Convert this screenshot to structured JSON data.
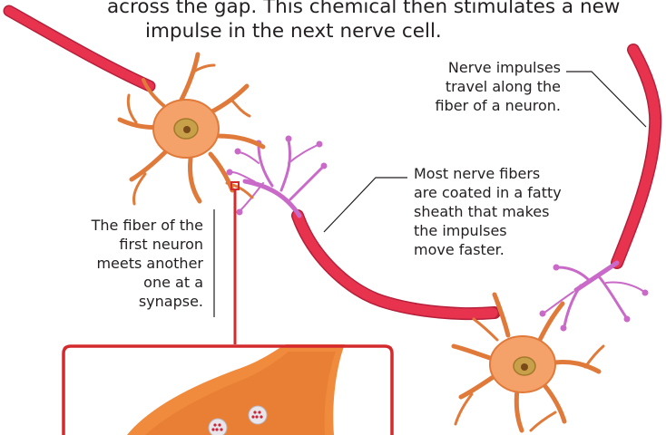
{
  "intro": {
    "line1": "across the gap. This chemical then stimulates a new",
    "line2": "impulse in the next nerve cell."
  },
  "labels": {
    "impulses": [
      "Nerve impulses",
      "travel along the",
      "fiber of a neuron."
    ],
    "fibers": [
      "Most nerve fibers",
      "are coated in a fatty",
      "sheath that makes",
      "the impulses",
      "move faster."
    ],
    "synapse": [
      "The fiber of the",
      "first neuron",
      "meets another",
      "one at a",
      "synapse."
    ]
  },
  "colors": {
    "fiber": "#e8334f",
    "fiber_dark": "#b5203a",
    "neuron_body": "#f5a16a",
    "neuron_edge": "#e07a3a",
    "nucleus": "#c9a04a",
    "dendrite": "#c96ac8",
    "callout": "#d42a2e",
    "inset_fill": "#f08a3c",
    "inset_dark": "#e0702a"
  }
}
